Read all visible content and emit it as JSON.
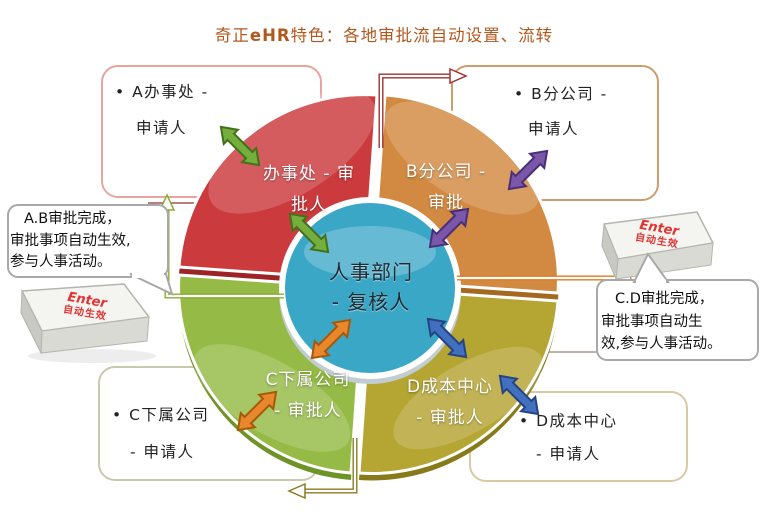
{
  "title": {
    "prefix": "奇正",
    "brand": "eHR",
    "suffix": "特色：各地审批流自动设置、流转"
  },
  "corner_boxes": {
    "a": {
      "line1": "• A办事处 -",
      "line2": "申请人"
    },
    "b": {
      "line1": "• B分公司 -",
      "line2": "申请人"
    },
    "c": {
      "line1": "• C下属公司",
      "line2": "- 申请人"
    },
    "d": {
      "line1": "• D成本中心",
      "line2": "- 申请人"
    }
  },
  "pie": {
    "red": {
      "line1": "办事处 - 审",
      "line2": "批人"
    },
    "orange": {
      "line1": "B分公司 -",
      "line2": "审批"
    },
    "green": {
      "line1": "C下属公司",
      "line2": "- 审批人"
    },
    "olive": {
      "line1": "D成本中心",
      "line2": "- 审批人"
    },
    "center": {
      "line1": "人事部门",
      "line2": "- 复核人"
    }
  },
  "callouts": {
    "left": {
      "line1": "A.B审批完成，",
      "line2": "审批事项自动生效,",
      "line3": "参与人事活动。"
    },
    "right": {
      "line1": "C.D审批完成，",
      "line2": "审批事项自动生",
      "line3": "效,参与人事活动。"
    }
  },
  "enter_key": {
    "label": "Enter",
    "sublabel": "自动生效"
  },
  "colors": {
    "red": "#cb3a3c",
    "red_dark": "#9c2427",
    "orange": "#d28a42",
    "orange_dark": "#a5681f",
    "green": "#95ba45",
    "green_dark": "#6e9428",
    "olive": "#b5a532",
    "olive_dark": "#877a18",
    "center_circle": "#3ba7c7",
    "arrow_green": "#74ae3d",
    "arrow_green_dark": "#44701a",
    "arrow_purple": "#7a57a9",
    "arrow_purple_dark": "#4a2f78",
    "arrow_orange": "#e9872c",
    "arrow_orange_dark": "#a75808",
    "arrow_blue": "#4170bf",
    "arrow_blue_dark": "#254285",
    "connector_red": "#a03030",
    "connector_green": "#8cab35",
    "connector_olive": "#8a7d22",
    "connector_orange": "#e0791f",
    "box_a_border": "#e9a49f",
    "box_b_border": "#cf9d6b",
    "box_c_border": "#c9c9ae",
    "box_d_border": "#d9c9a2",
    "callout_border": "#a8a8a8",
    "key_text": "#e23333",
    "title_text": "#b3571d"
  }
}
